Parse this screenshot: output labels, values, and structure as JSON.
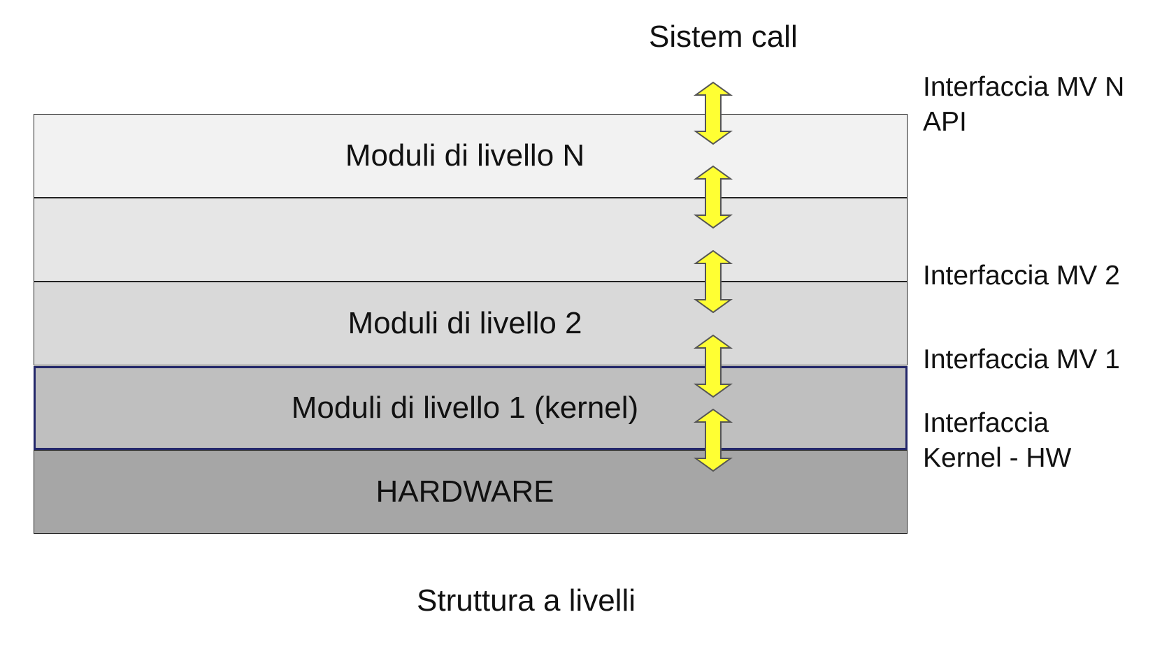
{
  "title": "Sistem call",
  "layers": [
    {
      "label": "Moduli di livello N",
      "fill": "#f2f2f2"
    },
    {
      "label": "",
      "fill": "#e6e6e6"
    },
    {
      "label": "Moduli di livello 2",
      "fill": "#d9d9d9"
    },
    {
      "label": "Moduli di livello 1 (kernel)",
      "fill": "#bfbfbf"
    },
    {
      "label": "HARDWARE",
      "fill": "#a6a6a6"
    }
  ],
  "interfaces": {
    "mv_n": "Interfaccia MV N",
    "api": "API",
    "mv_2": "Interfaccia MV 2",
    "mv_1": "Interfaccia MV 1",
    "kernel_hw_line1": "Interfaccia",
    "kernel_hw_line2": "Kernel - HW"
  },
  "caption": "Struttura a livelli",
  "colors": {
    "arrow_fill": "#ffff33",
    "arrow_stroke": "#555555",
    "kernel_border": "#23276a"
  },
  "arrow_icon": "double-headed-vertical-arrow-icon"
}
